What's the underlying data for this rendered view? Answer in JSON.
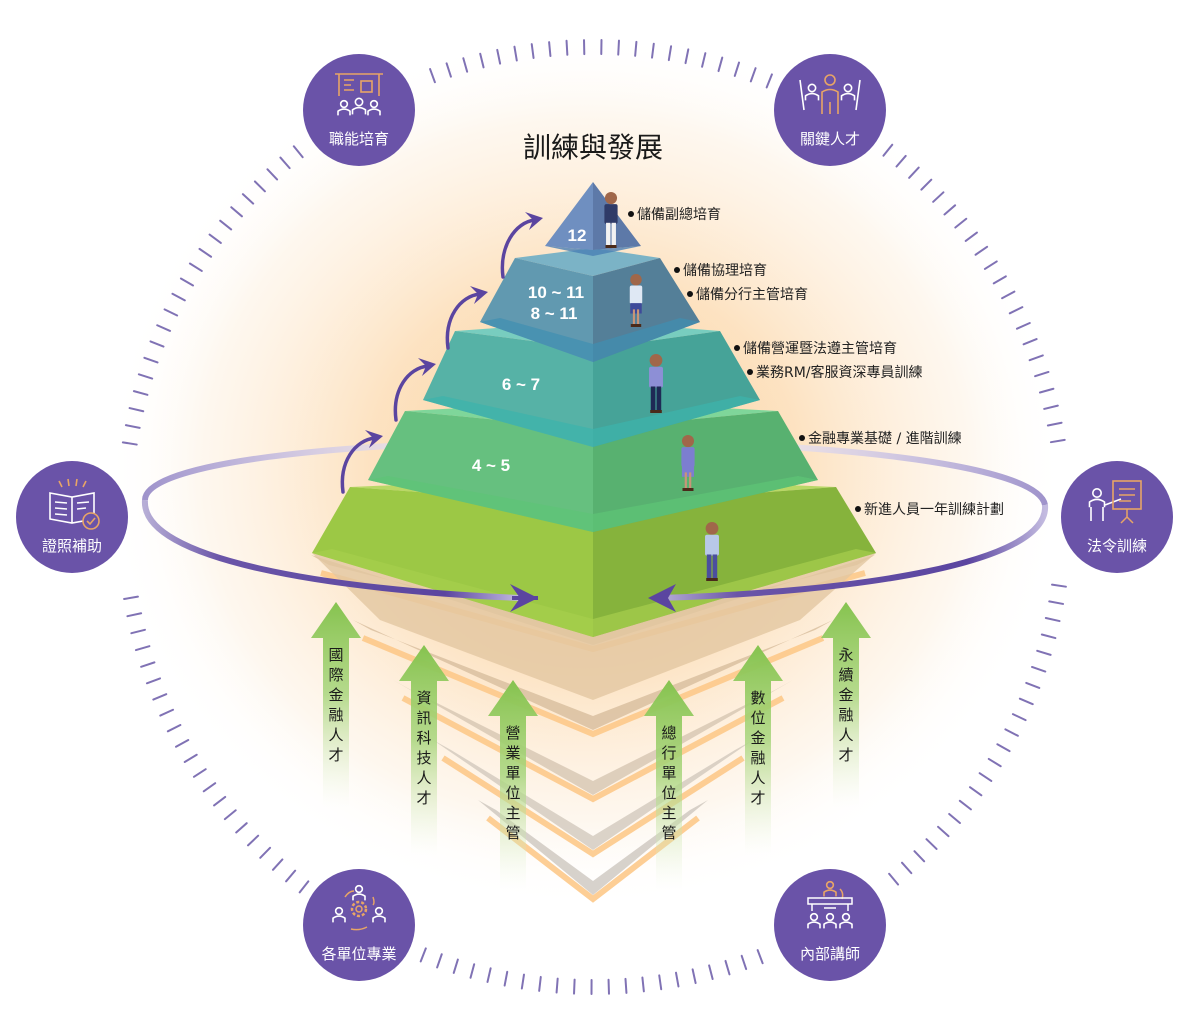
{
  "title": "訓練與發展",
  "colors": {
    "badge": "#6a53a8",
    "badge_icon_line": "#ffffff",
    "badge_icon_accent": "#e8a566",
    "ring_tick": "#6a5aa8",
    "orbit": "#5b45a0",
    "up_arrow": "#8cc653",
    "glow": "#fcd7a8",
    "tier_top": "#6c8ebc",
    "tier_2": "#5d96b0",
    "tier_3": "#4bb4a6",
    "tier_4": "#62c07e",
    "tier_5": "#96c844",
    "funnel": "#d8c7ad",
    "funnel_stripe": "#fdc98a"
  },
  "badges": [
    {
      "id": "competency",
      "label": "職能培育",
      "icon": "classroom-icon"
    },
    {
      "id": "key-talent",
      "label": "關鍵人才",
      "icon": "team-celebrate-icon"
    },
    {
      "id": "certification",
      "label": "證照補助",
      "icon": "book-check-icon"
    },
    {
      "id": "regulation",
      "label": "法令訓練",
      "icon": "presenter-icon"
    },
    {
      "id": "unit-expertise",
      "label": "各單位專業",
      "icon": "team-gear-icon"
    },
    {
      "id": "internal-trainer",
      "label": "內部講師",
      "icon": "lecturer-icon"
    }
  ],
  "pyramid": {
    "tiers": [
      {
        "grade": "12",
        "programs": [
          "儲備副總培育"
        ]
      },
      {
        "grade": "10 ~ 11",
        "grade2": "8 ~ 11",
        "programs": [
          "儲備協理培育",
          "儲備分行主管培育"
        ]
      },
      {
        "grade": "6 ~ 7",
        "programs": [
          "儲備營運暨法遵主管培育",
          "業務RM/客服資深專員訓練"
        ]
      },
      {
        "grade": "4 ~ 5",
        "programs": [
          "金融專業基礎 / 進階訓練"
        ]
      },
      {
        "grade": "",
        "programs": [
          "新進人員一年訓練計劃"
        ]
      }
    ]
  },
  "talent_arrows": [
    {
      "label": "國際金融人才"
    },
    {
      "label": "資訊科技人才"
    },
    {
      "label": "營業單位主管"
    },
    {
      "label": "總行單位主管"
    },
    {
      "label": "數位金融人才"
    },
    {
      "label": "永續金融人才"
    }
  ]
}
